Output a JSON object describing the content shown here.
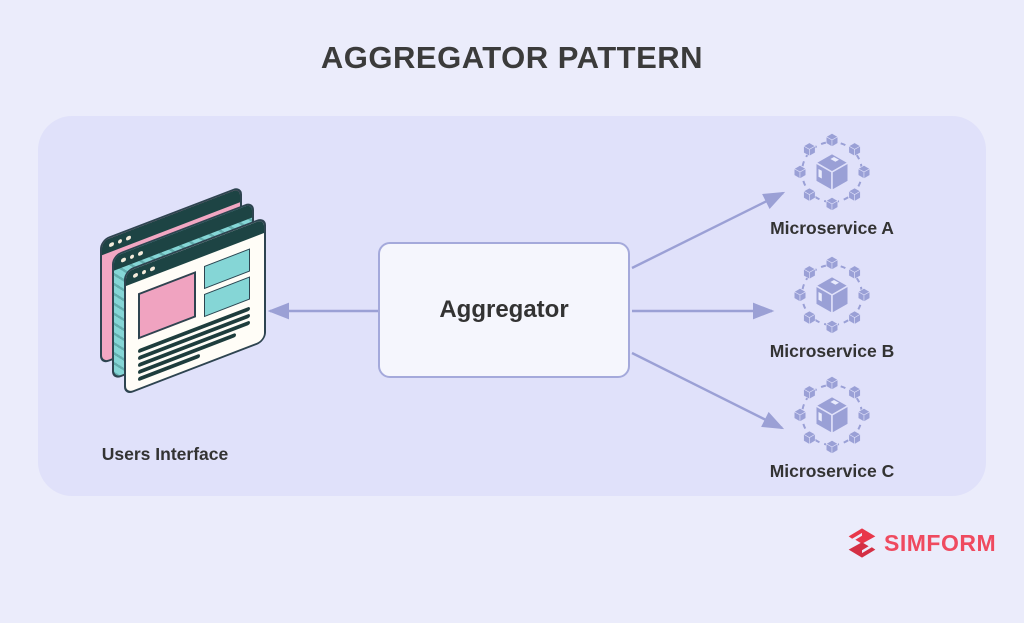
{
  "title": "AGGREGATOR PATTERN",
  "diagram": {
    "users_interface_label": "Users Interface",
    "aggregator_label": "Aggregator",
    "microservices": [
      {
        "label": "Microservice A"
      },
      {
        "label": "Microservice B"
      },
      {
        "label": "Microservice C"
      }
    ],
    "connections": [
      {
        "from": "Aggregator",
        "to": "Users Interface"
      },
      {
        "from": "Aggregator",
        "to": "Microservice A"
      },
      {
        "from": "Aggregator",
        "to": "Microservice B"
      },
      {
        "from": "Aggregator",
        "to": "Microservice C"
      }
    ]
  },
  "branding": {
    "logo_text": "SIMFORM"
  },
  "colors": {
    "page_bg": "#ebecfb",
    "panel_bg": "#e0e1fa",
    "arrow": "#9ba0d5",
    "icon_purple": "#9aa0d6",
    "title_text": "#3b3b3b",
    "label_text": "#333333",
    "logo_red": "#ef4a5f",
    "window_pink": "#f2a7c3",
    "window_teal": "#85d6d6",
    "window_header": "#1d4444"
  }
}
